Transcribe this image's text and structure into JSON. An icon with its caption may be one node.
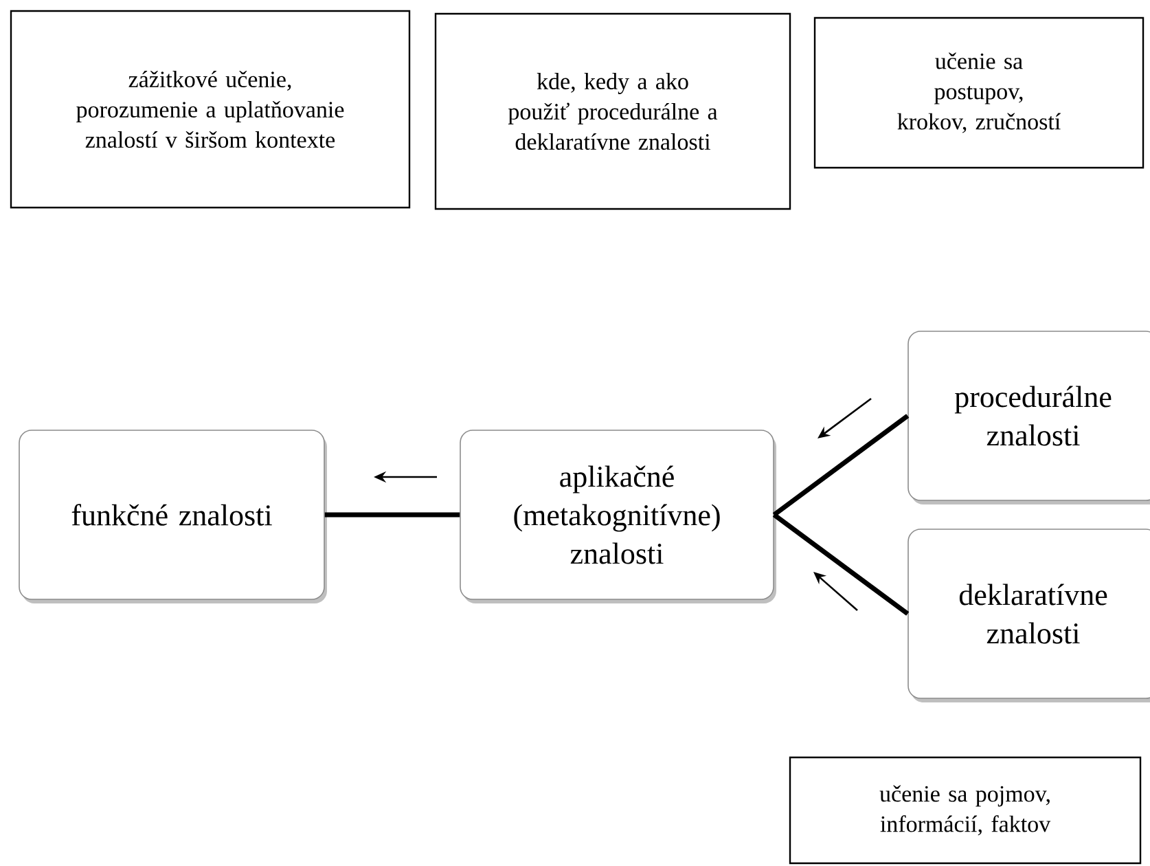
{
  "diagram": {
    "nodes": [
      {
        "text": [
          "zážitkové učenie, porozumenie a uplatňovanie znalostí v širšom kontexte"
        ]
      },
      {
        "text": [
          "kde, kedy a ako použiť procedurálne a deklaratívne znalosti"
        ]
      },
      {
        "text": [
          "učenie sa postupov, krokov, zručností"
        ]
      },
      {
        "text": [
          "funkčné znalosti"
        ]
      },
      {
        "text": [
          "aplikačné (metakognitívne) znalosti"
        ]
      },
      {
        "text": [
          "procedurálne znalosti"
        ]
      },
      {
        "text": [
          "deklaratívne znalosti"
        ]
      },
      {
        "text": [
          "učenie sa pojmov, informácií, faktov"
        ]
      }
    ],
    "edges": [
      {
        "from": 3,
        "to": 4,
        "arrow": "none"
      },
      {
        "from": 4,
        "to": 5,
        "arrow": "none"
      },
      {
        "from": 4,
        "to": 6,
        "arrow": "none"
      }
    ]
  }
}
